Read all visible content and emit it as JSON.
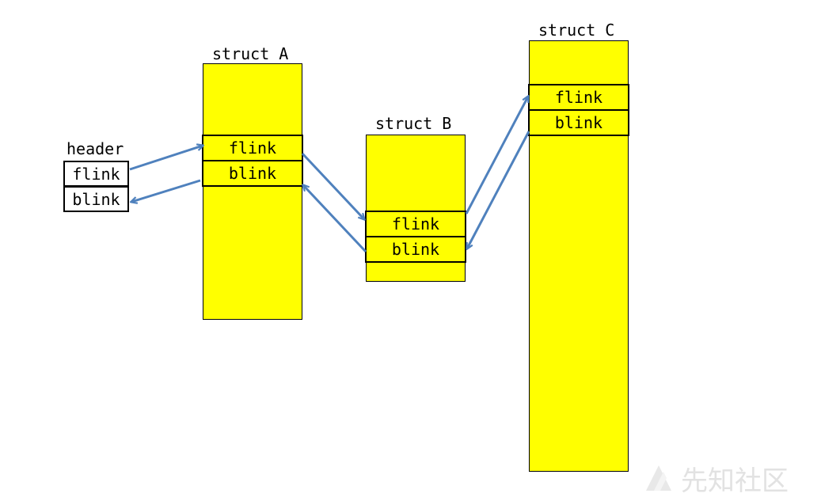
{
  "header": {
    "label": "header",
    "flink": "flink",
    "blink": "blink"
  },
  "struct_a": {
    "label": "struct A",
    "flink": "flink",
    "blink": "blink"
  },
  "struct_b": {
    "label": "struct B",
    "flink": "flink",
    "blink": "blink"
  },
  "struct_c": {
    "label": "struct C",
    "flink": "flink",
    "blink": "blink"
  },
  "colors": {
    "struct_fill": "#ffff00",
    "arrow": "#4f81bd",
    "border": "#000000"
  },
  "watermark": {
    "text": "先知社区",
    "icon": "xianzhi-logo-icon"
  }
}
